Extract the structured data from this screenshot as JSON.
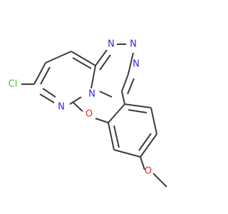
{
  "molecule": {
    "atoms": [
      {
        "id": "Cl",
        "label": "Cl",
        "color": "#5dbb3f",
        "name": "chlorine-atom"
      },
      {
        "id": "N1",
        "label": "N",
        "color": "#2a2ae6",
        "name": "nitrogen-atom-top-left"
      },
      {
        "id": "N2",
        "label": "N",
        "color": "#2a2ae6",
        "name": "nitrogen-atom-top-right"
      },
      {
        "id": "N3",
        "label": "N",
        "color": "#2a2ae6",
        "name": "nitrogen-atom-ring-fusion"
      },
      {
        "id": "N4",
        "label": "N",
        "color": "#2a2ae6",
        "name": "nitrogen-atom-right"
      },
      {
        "id": "N5",
        "label": "N",
        "color": "#2a2ae6",
        "name": "nitrogen-atom-pyridazine"
      },
      {
        "id": "O1",
        "label": "O",
        "color": "#e62a2a",
        "name": "oxygen-atom-ortho-methoxy"
      },
      {
        "id": "O2",
        "label": "O",
        "color": "#e62a2a",
        "name": "oxygen-atom-para-methoxy"
      }
    ]
  }
}
